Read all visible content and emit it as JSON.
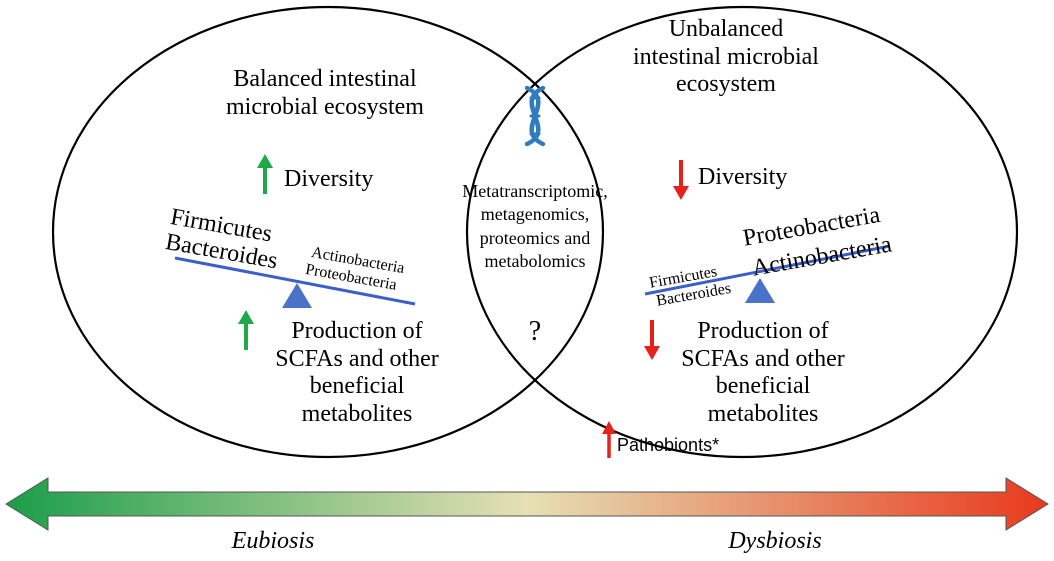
{
  "left_circle": {
    "title": "Balanced intestinal\nmicrobial ecosystem",
    "diversity_label": "Diversity",
    "firmicutes": "Firmicutes",
    "bacteroides": "Bacteroides",
    "actinobacteria": "Actinobacteria",
    "proteobacteria": "Proteobacteria",
    "production_label": "Production of\nSCFAs and other\nbeneficial\nmetabolites"
  },
  "center": {
    "methods_label": "Metatranscriptomic,\nmetagenomics,\nproteomics and\nmetabolomics",
    "question_mark": "?"
  },
  "right_circle": {
    "title": "Unbalanced\nintestinal microbial\necosystem",
    "diversity_label": "Diversity",
    "proteobacteria": "Proteobacteria",
    "actinobacteria": "Actinobacteria",
    "firmicutes": "Firmicutes",
    "bacteroides": "Bacteroides",
    "production_label": "Production of\nSCFAs and other\nbeneficial\nmetabolites",
    "pathobionts_label": "Pathobionts*"
  },
  "spectrum": {
    "left_label": "Eubiosis",
    "right_label": "Dysbiosis"
  },
  "colors": {
    "up_arrow": "#1faa4a",
    "down_arrow": "#e8201a",
    "balance_beam": "#3a5fcd",
    "fulcrum": "#4a72c8",
    "dna_icon": "#2f7dbf",
    "gradient_start": "#1b9e4a",
    "gradient_mid": "#e6e0b4",
    "gradient_end": "#e8391c"
  }
}
